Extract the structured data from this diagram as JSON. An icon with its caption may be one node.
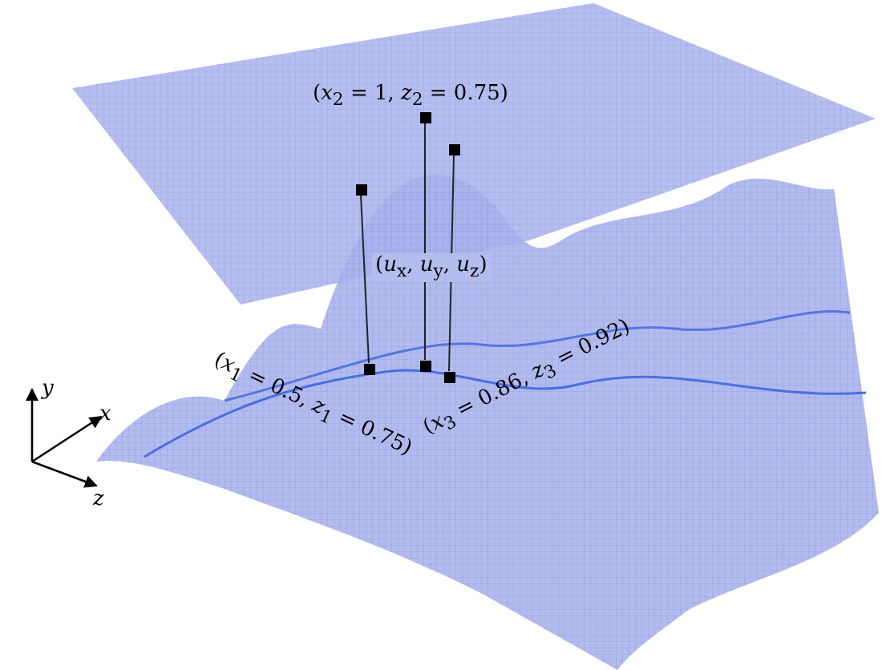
{
  "diagram": {
    "nodes": [
      {
        "text": [],
        "shape": "box"
      },
      {
        "text": [],
        "shape": "box"
      },
      {
        "text": [],
        "shape": "box"
      },
      {
        "text": [],
        "shape": "box"
      },
      {
        "text": [],
        "shape": "box"
      },
      {
        "text": [],
        "shape": "box"
      }
    ],
    "edges": [
      {
        "from": 0,
        "to": 3,
        "arrow": "none"
      },
      {
        "from": 1,
        "to": 4,
        "arrow": "none"
      },
      {
        "from": 2,
        "to": 5,
        "arrow": "none"
      }
    ],
    "labels": [
      "(*x*$_{2}$ = 1, *z*$_{2}$ = 0.75)",
      "(*u*$_{x}$, *u*$_{y}$, *u*$_{z}$)",
      "(*x*$_{1}$ = 0.5, *z*$_{1}$ = 0.75)",
      "(*x*$_{3}$ = 0.86, *z*$_{3}$ = 0.92)",
      "*y*",
      "*x*",
      "*z*"
    ]
  }
}
